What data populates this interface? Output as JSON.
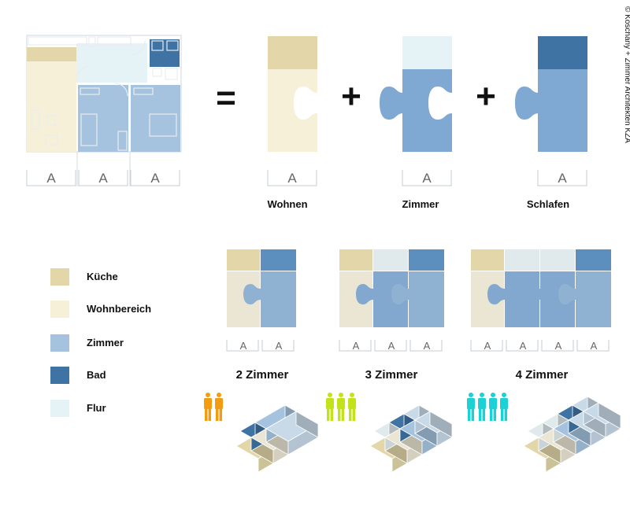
{
  "credit": "© Koschany + Zimmer Architekten KZA",
  "equation": {
    "equals": "=",
    "plus": "+"
  },
  "module_label": "A",
  "modules": [
    {
      "label": "Wohnen"
    },
    {
      "label": "Zimmer"
    },
    {
      "label": "Schlafen"
    }
  ],
  "legend": [
    {
      "label": "Küche",
      "color": "#e3d7a9"
    },
    {
      "label": "Wohnbereich",
      "color": "#f6f0d9"
    },
    {
      "label": "Zimmer",
      "color": "#a5c3df"
    },
    {
      "label": "Bad",
      "color": "#3e73a4"
    },
    {
      "label": "Flur",
      "color": "#e6f3f6"
    }
  ],
  "variants": [
    {
      "label": "2 Zimmer",
      "persons": 2,
      "person_color": "#f39c12"
    },
    {
      "label": "3 Zimmer",
      "persons": 3,
      "person_color": "#c3e21a"
    },
    {
      "label": "4 Zimmer",
      "persons": 4,
      "person_color": "#1bd1d6"
    }
  ]
}
